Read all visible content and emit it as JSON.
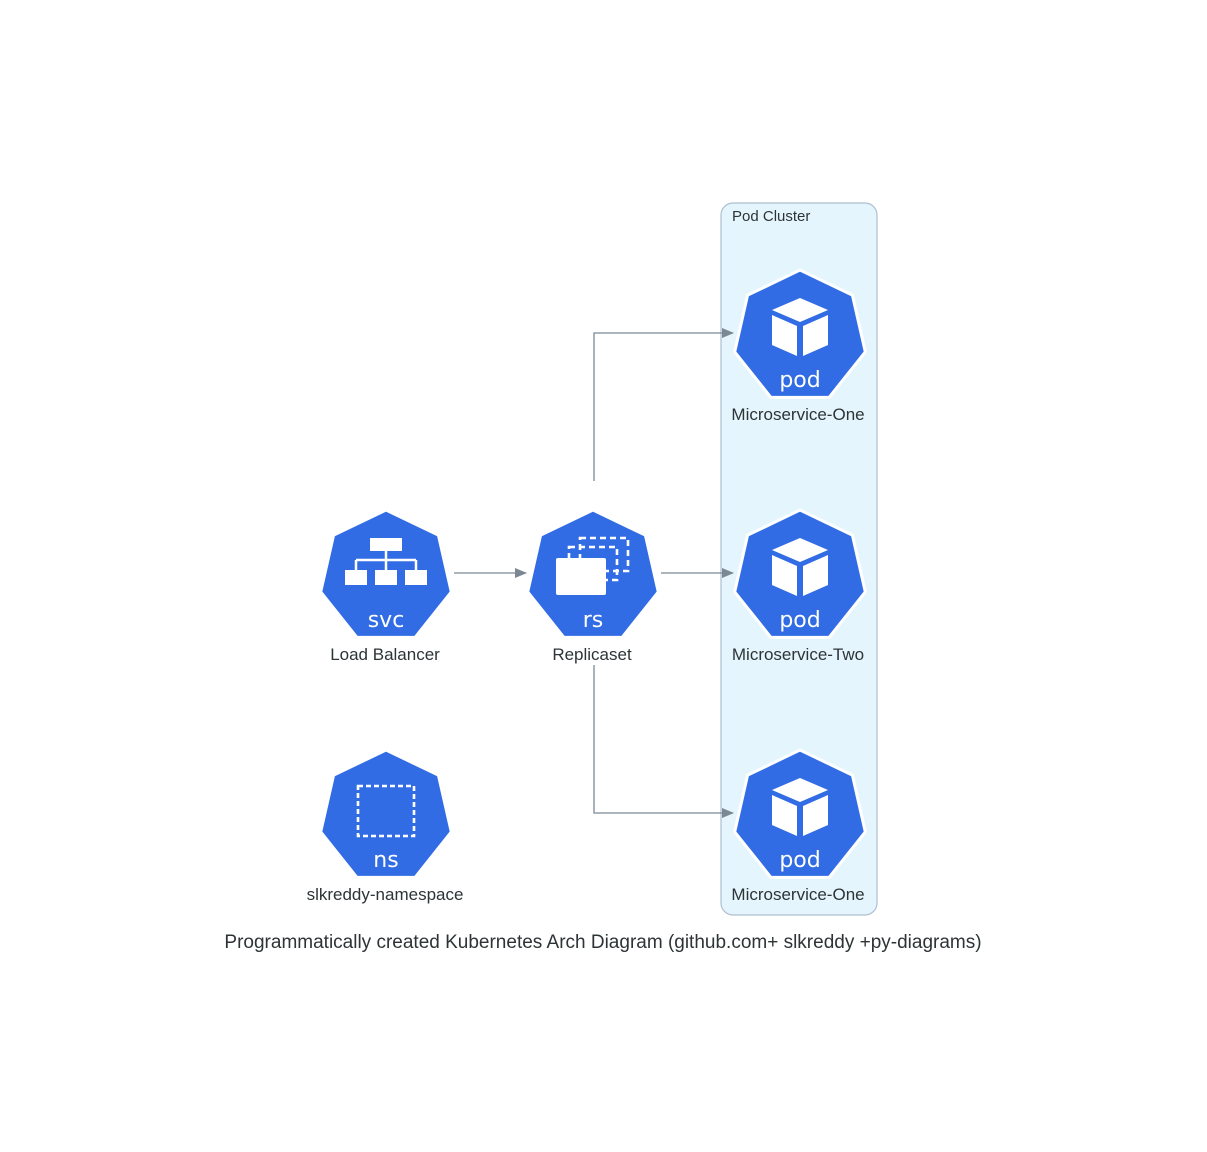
{
  "caption": "Programmatically created Kubernetes Arch Diagram (github.com+ slkreddy +py-diagrams)",
  "colors": {
    "icon": "#326ce5",
    "edge": "#7b8894",
    "cluster_fill": "#e5f5fd",
    "cluster_border": "#aebfd0"
  },
  "cluster": {
    "label": "Pod Cluster"
  },
  "nodes": {
    "svc": {
      "badge": "svc",
      "label": "Load Balancer",
      "icon": "service-icon"
    },
    "rs": {
      "badge": "rs",
      "label": "Replicaset",
      "icon": "replicaset-icon"
    },
    "ns": {
      "badge": "ns",
      "label": "slkreddy-namespace",
      "icon": "namespace-icon"
    },
    "pod1": {
      "badge": "pod",
      "label": "Microservice-One",
      "icon": "pod-icon"
    },
    "pod2": {
      "badge": "pod",
      "label": "Microservice-Two",
      "icon": "pod-icon"
    },
    "pod3": {
      "badge": "pod",
      "label": "Microservice-One",
      "icon": "pod-icon"
    }
  },
  "edges": [
    {
      "from": "Load Balancer",
      "to": "Replicaset"
    },
    {
      "from": "Replicaset",
      "to": "Microservice-One"
    },
    {
      "from": "Replicaset",
      "to": "Microservice-Two"
    },
    {
      "from": "Replicaset",
      "to": "Microservice-One"
    }
  ]
}
